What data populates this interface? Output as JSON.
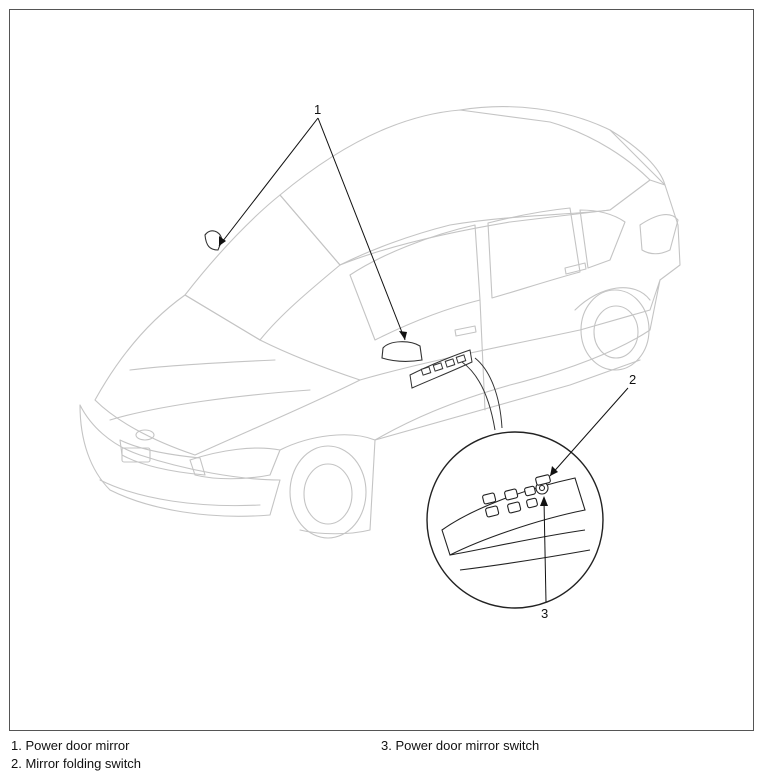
{
  "callouts": {
    "c1": "1",
    "c2": "2",
    "c3": "3"
  },
  "legend": [
    "1. Power door mirror",
    "2. Mirror folding switch",
    "3. Power door mirror switch"
  ],
  "colors": {
    "outline": "#c4c4c4",
    "leader": "#111111",
    "detail": "#333333"
  }
}
